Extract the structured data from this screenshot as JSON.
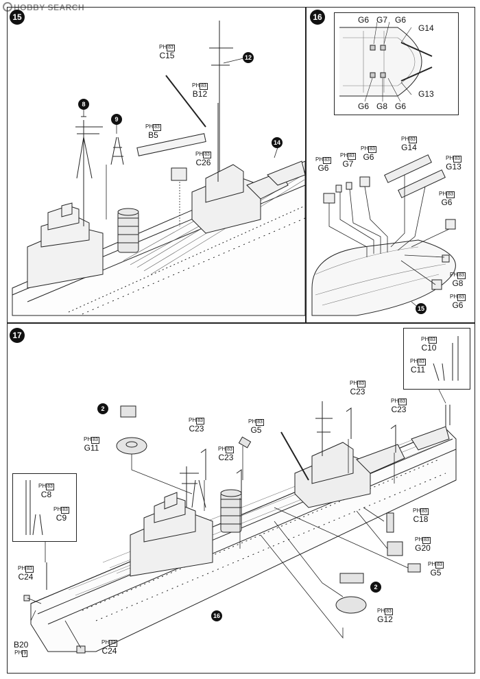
{
  "watermark": "HOBBY SEARCH",
  "steps": {
    "s15": "15",
    "s16": "16",
    "s17": "17"
  },
  "refs": {
    "r8": "8",
    "r9": "9",
    "r12": "12",
    "r14": "14",
    "r15": "15",
    "r16": "16",
    "r2a": "2",
    "r2b": "2"
  },
  "tag_prefix": "PH",
  "tag_num": "83",
  "tag_num_b20": "9",
  "panel15": {
    "c15": "C15",
    "b12": "B12",
    "b5": "B5",
    "c26": "C26"
  },
  "panel16": {
    "inset": {
      "g6a": "G6",
      "g7": "G7",
      "g6b": "G6",
      "g14": "G14",
      "g13": "G13",
      "g6c": "G6",
      "g8": "G8",
      "g6d": "G6"
    },
    "g6_1": "G6",
    "g7": "G7",
    "g6_2": "G6",
    "g14": "G14",
    "g13": "G13",
    "g6_3": "G6",
    "g8": "G8",
    "g6_4": "G6"
  },
  "panel17": {
    "c10": "C10",
    "c11": "C11",
    "c23a": "C23",
    "c23b": "C23",
    "c23c": "C23",
    "c23d": "C23",
    "g11": "G11",
    "g5a": "G5",
    "c8": "C8",
    "c9": "C9",
    "c18": "C18",
    "g20": "G20",
    "g5b": "G5",
    "c24a": "C24",
    "g12": "G12",
    "b20": "B20",
    "c24b": "C24"
  }
}
